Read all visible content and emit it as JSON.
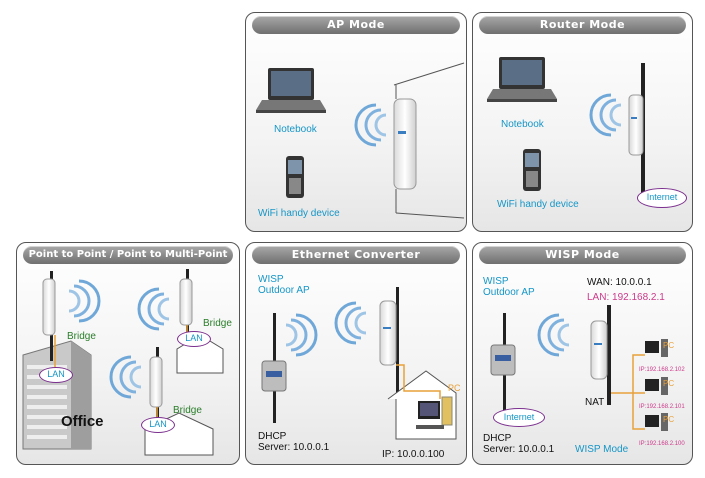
{
  "panels": {
    "ap": {
      "title": "AP Mode",
      "notebook": "Notebook",
      "wifi_handy": "WiFi handy device"
    },
    "router": {
      "title": "Router Mode",
      "notebook": "Notebook",
      "wifi_handy": "WiFi handy device",
      "internet": "Internet"
    },
    "p2p": {
      "title": "Point to Point / Point to Multi-Point",
      "bridge1": "Bridge",
      "bridge2": "Bridge",
      "bridge3": "Bridge",
      "lan1": "LAN",
      "lan2": "LAN",
      "lan3": "LAN",
      "office": "Office"
    },
    "eth": {
      "title": "Ethernet Converter",
      "wisp_line1": "WISP",
      "wisp_line2": "Outdoor AP",
      "pc": "PC",
      "dhcp_line1": "DHCP",
      "dhcp_line2": "Server: 10.0.0.1",
      "ip": "IP: 10.0.0.100"
    },
    "wisp": {
      "title": "WISP Mode",
      "wisp_line1": "WISP",
      "wisp_line2": "Outdoor AP",
      "wan": "WAN: 10.0.0.1",
      "lan": "LAN: 192.168.2.1",
      "internet": "Internet",
      "nat": "NAT",
      "pcs": [
        {
          "label": "PC",
          "ip": "IP:192.168.2.102"
        },
        {
          "label": "PC",
          "ip": "IP:192.168.2.101"
        },
        {
          "label": "PC",
          "ip": "IP:192.168.2.100"
        }
      ],
      "dhcp_line1": "DHCP",
      "dhcp_line2": "Server: 10.0.0.1",
      "wisp_mode": "WISP Mode"
    }
  },
  "colors": {
    "label_cyan": "#1596c7",
    "label_pink": "#cc3a8a",
    "oval_border": "#7b2f8e",
    "cable_orange": "#e8a13a",
    "wifi_blue": "#6fa8d8"
  },
  "icons": [
    "laptop-icon",
    "phone-icon",
    "access-point-icon",
    "wifi-waves-icon",
    "router-box-icon",
    "pc-icon",
    "building-icon",
    "house-icon"
  ]
}
